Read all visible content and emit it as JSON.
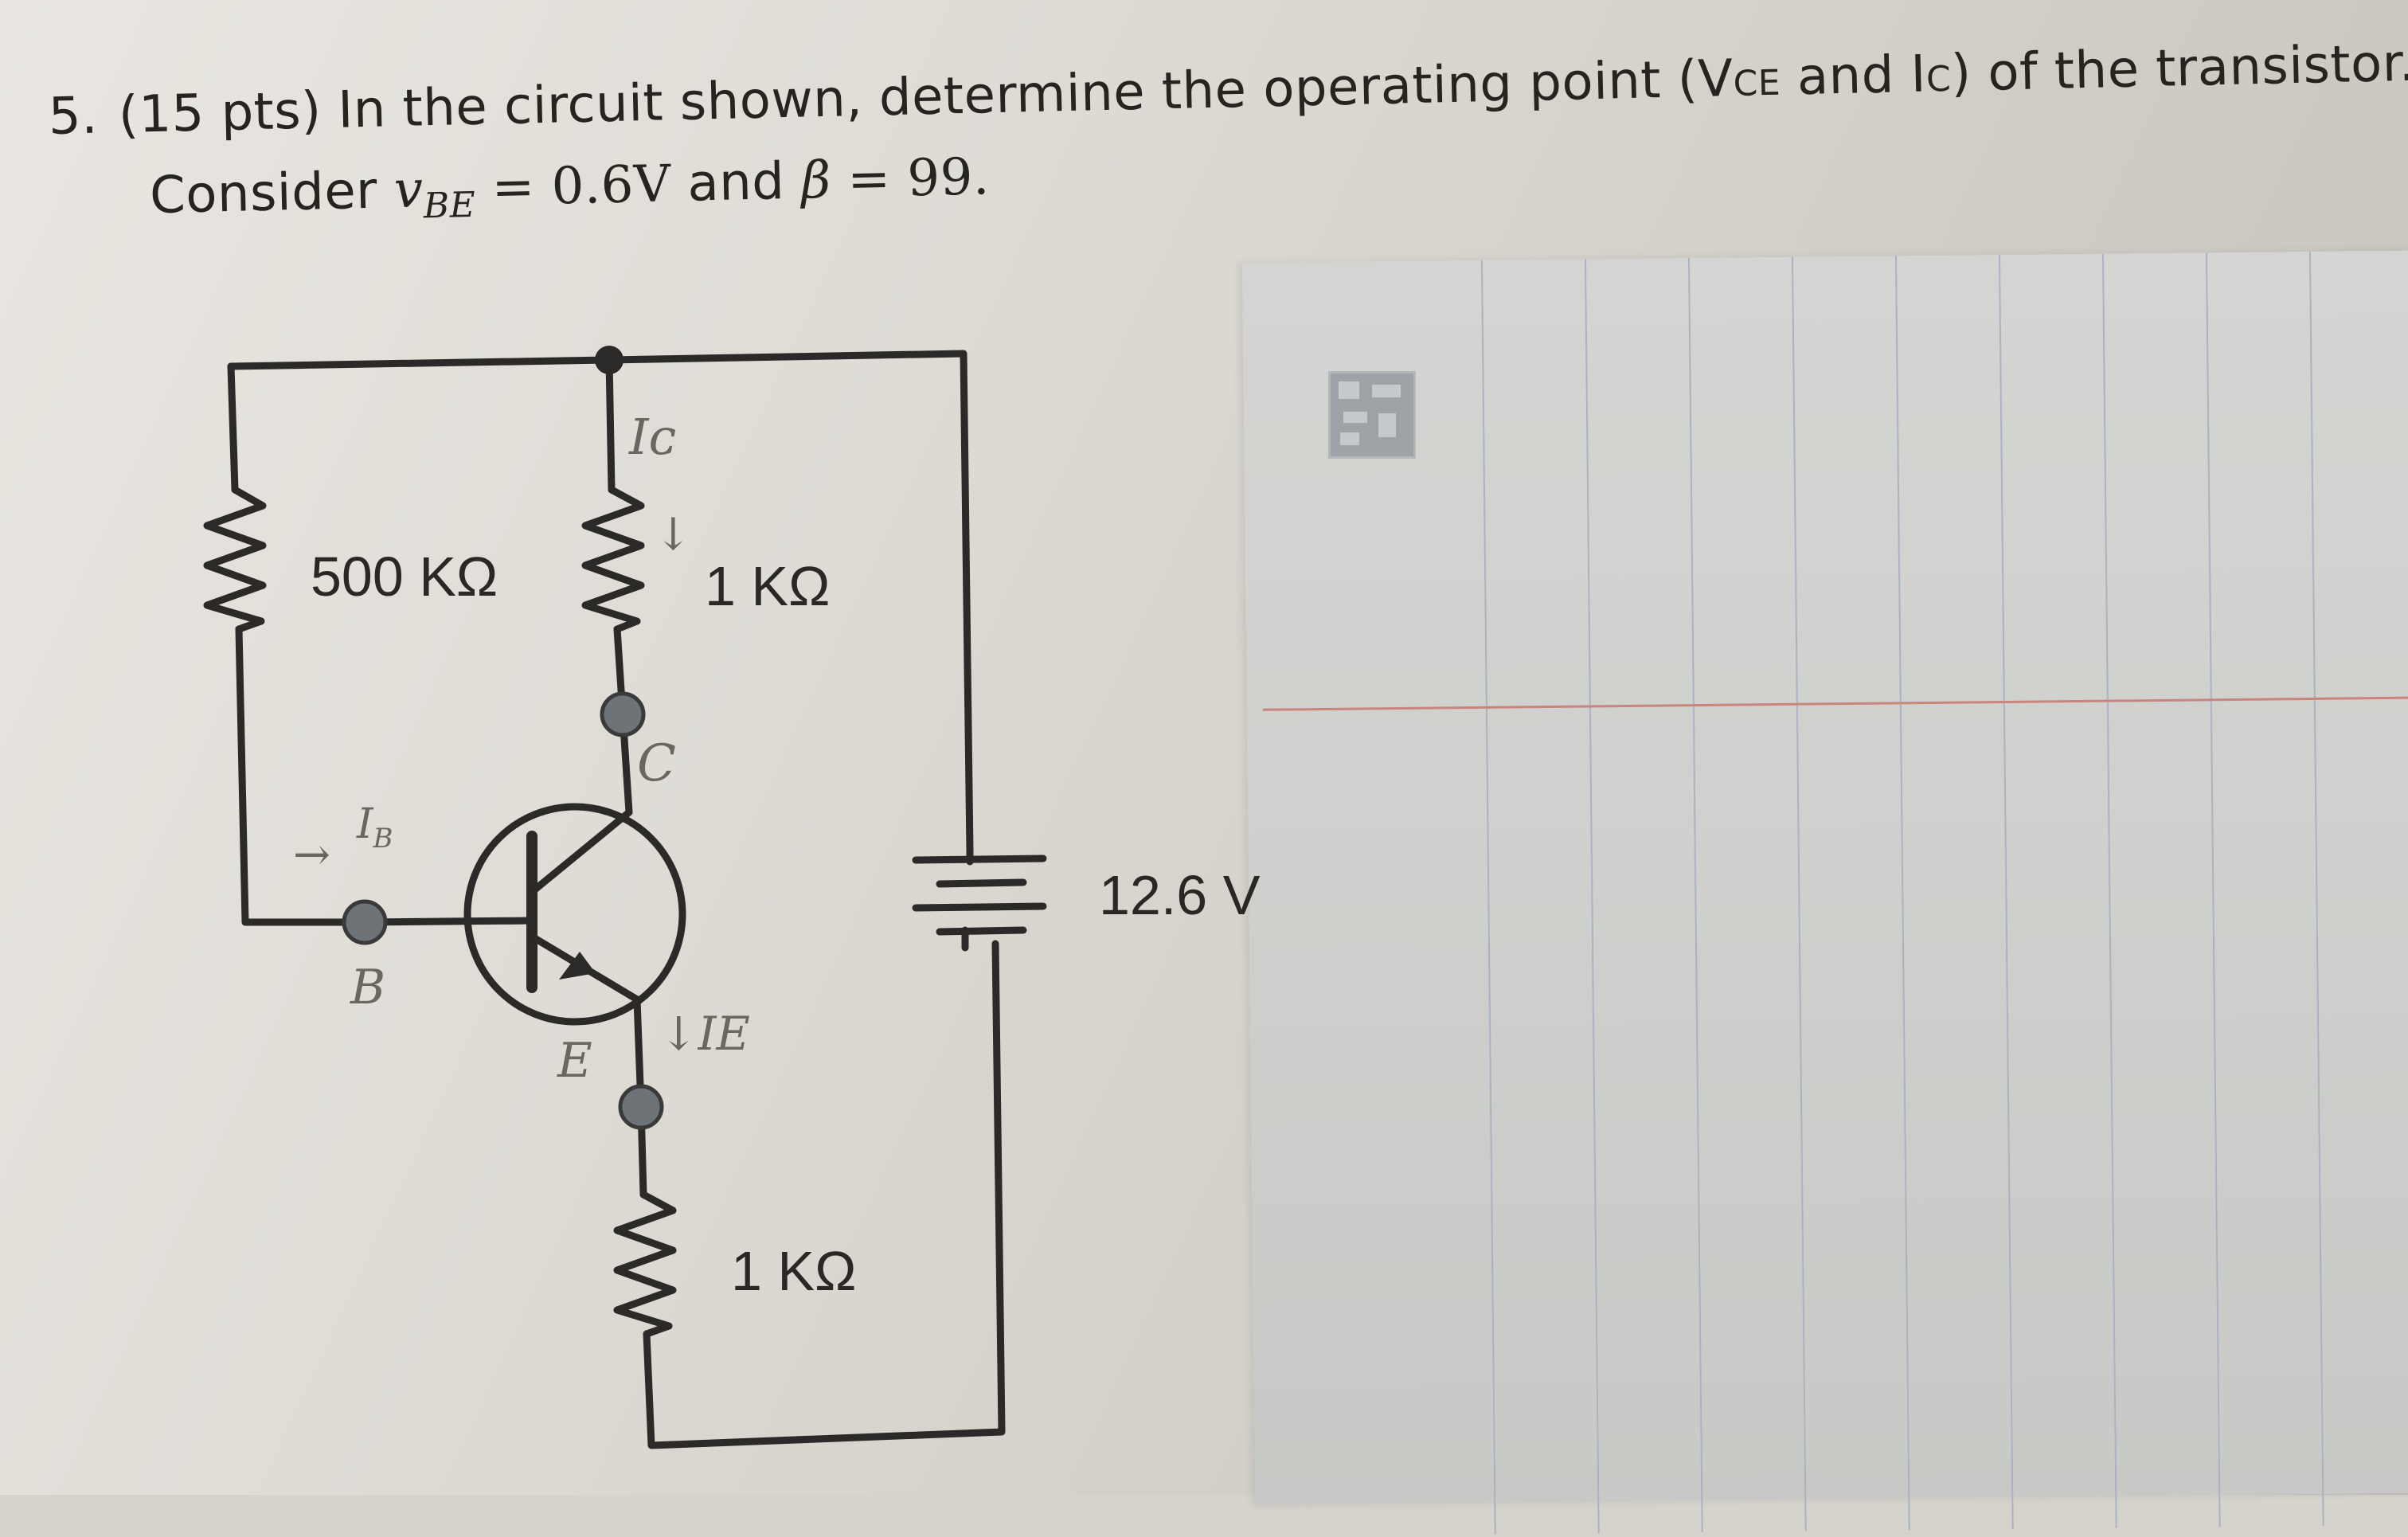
{
  "problem": {
    "number": "5.",
    "line1_prefix": "(15 pts) In the circuit shown, determine the operating point (V",
    "line1_vce_sub": "CE",
    "line1_mid": " and I",
    "line1_ic_sub": "C",
    "line1_suffix": ") of the transistor.",
    "line2_prefix": "Consider ",
    "vbe_symbol": "v",
    "vbe_sub": "BE",
    "vbe_value": " = 0.6V",
    "line2_and": " and ",
    "beta_symbol": "β",
    "beta_value": " = 99."
  },
  "circuit": {
    "resistor_base": "500 KΩ",
    "resistor_collector": "1 KΩ",
    "resistor_emitter": "1 KΩ",
    "supply_voltage": "12.6 V"
  },
  "handwritten": {
    "collector_current": "Iᴄ",
    "collector_node": "C",
    "base_current": "I",
    "base_current_sub": "B",
    "base_node": "B",
    "emitter_node": "E",
    "emitter_current": "↓IE",
    "collector_arrow": "↓",
    "base_arrow": "→"
  },
  "colors": {
    "wire": "#2b2a28",
    "node_fill": "#6e7378",
    "notebook_rule": "#a9b3c4",
    "notebook_margin": "#c8857d"
  }
}
